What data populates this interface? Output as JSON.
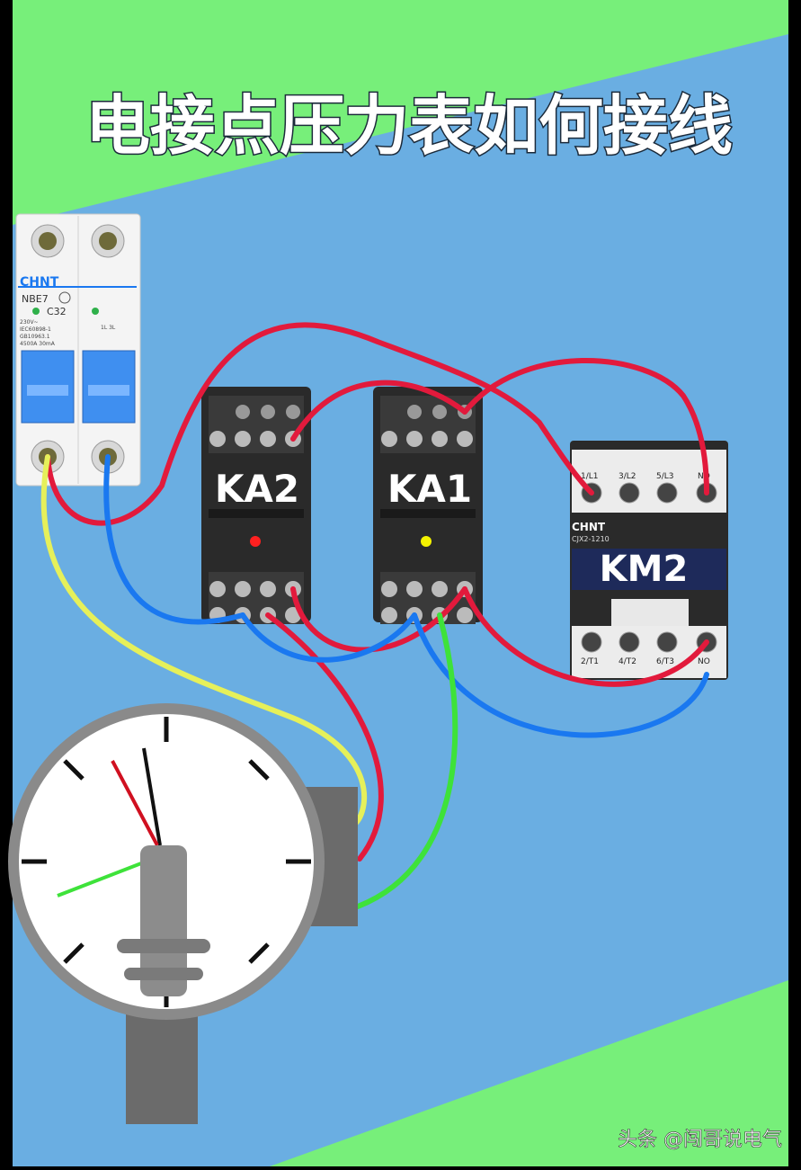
{
  "title": "电接点压力表如何接线",
  "watermark": "头条 @闯哥说电气",
  "breaker": {
    "brand": "CHNT",
    "model": "NBE7",
    "rating": "C32",
    "spec_lines": [
      "230V~",
      "IEC60898-1",
      "GB10963.1",
      "4500A 30mA"
    ],
    "right_marks": "1L 3L"
  },
  "relays": [
    {
      "id": "KA2",
      "label": "KA2",
      "indicator": "red"
    },
    {
      "id": "KA1",
      "label": "KA1",
      "indicator": "yellow"
    }
  ],
  "contactor": {
    "brand": "CHNT",
    "model": "CJX2-1210",
    "label": "KM2",
    "top_terminals": [
      "1/L1",
      "3/L2",
      "5/L3",
      "NO"
    ],
    "bottom_terminals": [
      "2/T1",
      "4/T2",
      "6/T3",
      "NO"
    ]
  },
  "colors": {
    "green_bg": "#77ef7a",
    "blue_bg": "#6aaee2",
    "wire_red": "#e21a3c",
    "wire_blue": "#1a78f0",
    "wire_yellow": "#e6f05a",
    "wire_green": "#3ee23a",
    "relay_body": "#2a2a2a"
  },
  "icons": [
    "circuit-breaker-icon",
    "relay-icon",
    "contactor-icon",
    "pressure-gauge-icon"
  ]
}
